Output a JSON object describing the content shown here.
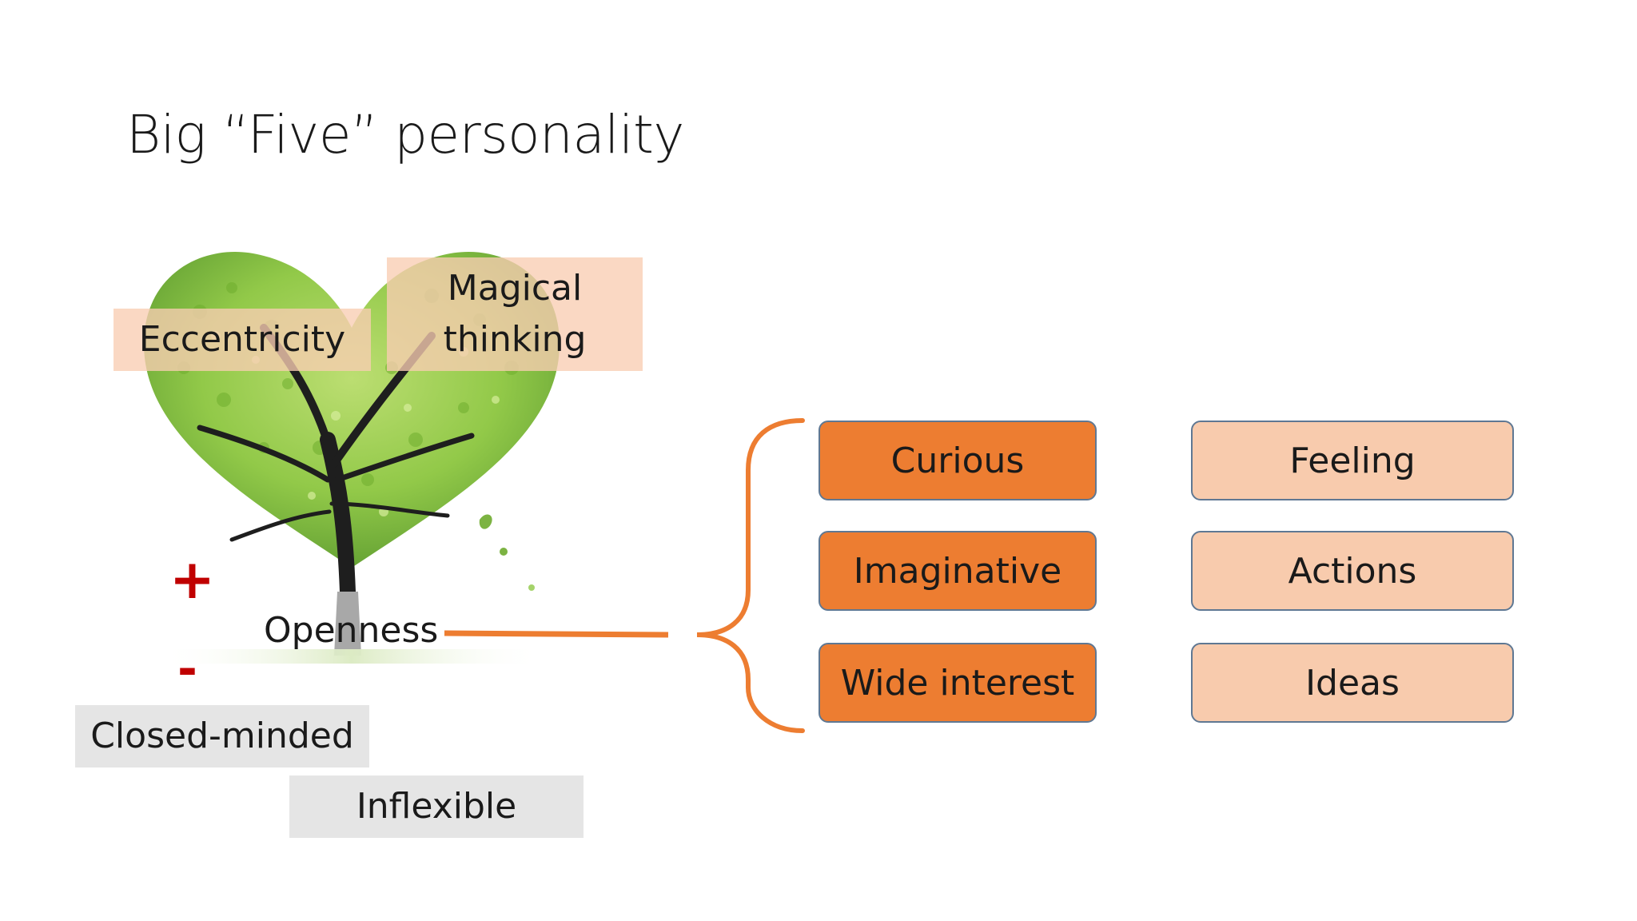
{
  "slide": {
    "title": "Big “Five” personality"
  },
  "tree": {
    "labels": {
      "eccentricity": "Eccentricity",
      "magical_thinking": "Magical\nthinking",
      "openness": "Openness",
      "plus": "+",
      "minus": "-",
      "closed_minded": "Closed-minded",
      "inflexible": "Inflexible"
    }
  },
  "traits": [
    "Curious",
    "Imaginative",
    "Wide interest"
  ],
  "facets": [
    "Feeling",
    "Actions",
    "Ideas"
  ],
  "colors": {
    "accent_orange": "#ED7D31",
    "peach": "#F8CBAD",
    "minus_plus_red": "#C00000",
    "leaf_green": "#8CC63F"
  }
}
